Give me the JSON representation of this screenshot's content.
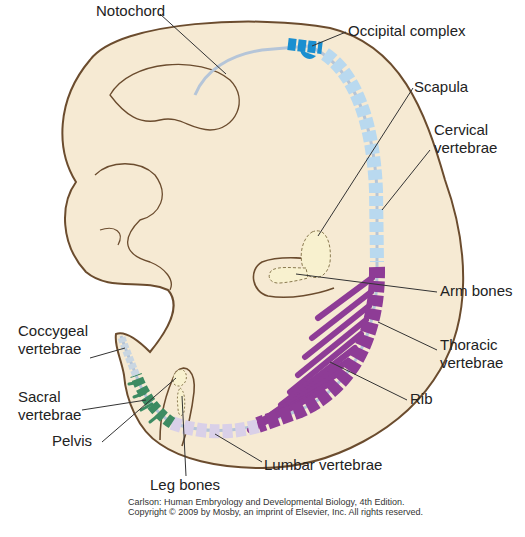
{
  "diagram": {
    "labels": [
      "Notochord",
      "Occipital complex",
      "Scapula",
      "Cervical vertebrae",
      "Arm bones",
      "Thoracic vertebrae",
      "Rib",
      "Coccygeal vertebrae",
      "Sacral vertebrae",
      "Pelvis",
      "Leg bones",
      "Lumbar vertebrae",
      "Carlson: Human Embryology and Developmental Biology, 4th Edition.",
      "Copyright © 2009 by Mosby, an imprint of Elsevier, Inc. All rights reserved."
    ]
  }
}
